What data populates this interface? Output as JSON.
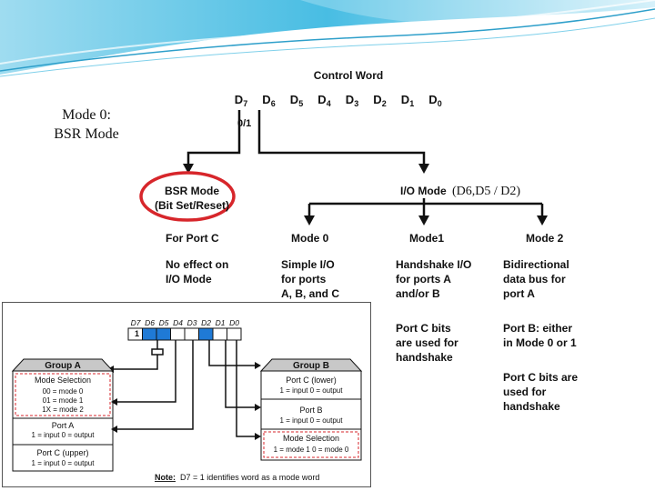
{
  "slide": {
    "title_line1": "Mode 0:",
    "title_line2": "BSR Mode"
  },
  "control_word": {
    "title": "Control Word",
    "bits": [
      {
        "main": "D",
        "sub": "7"
      },
      {
        "main": "D",
        "sub": "6"
      },
      {
        "main": "D",
        "sub": "5"
      },
      {
        "main": "D",
        "sub": "4"
      },
      {
        "main": "D",
        "sub": "3"
      },
      {
        "main": "D",
        "sub": "2"
      },
      {
        "main": "D",
        "sub": "1"
      },
      {
        "main": "D",
        "sub": "0"
      }
    ],
    "selector": "0/1",
    "bsr_line1": "BSR Mode",
    "bsr_line2": "(Bit Set/Reset)",
    "bsr_port": "For Port C",
    "bsr_note1": "No effect on",
    "bsr_note2": "I/O Mode",
    "io_mode": "I/O Mode",
    "io_bits": "(D6,D5 / D2)",
    "modes": [
      {
        "title": "Mode 0",
        "lines": [
          "Simple I/O",
          "for ports",
          "A, B, and C"
        ]
      },
      {
        "title": "Mode1",
        "lines": [
          "Handshake I/O",
          "for ports A",
          "and/or B",
          "",
          "Port C bits",
          "are used for",
          "handshake"
        ]
      },
      {
        "title": "Mode 2",
        "lines": [
          "Bidirectional",
          "data bus for",
          "port A",
          "",
          "Port B: either",
          "in Mode 0 or 1",
          "",
          "Port C bits are",
          "used for",
          "handshake"
        ]
      }
    ]
  },
  "inset": {
    "bit_labels": [
      "D7",
      "D6",
      "D5",
      "D4",
      "D3",
      "D2",
      "D1",
      "D0"
    ],
    "d7_value": "1",
    "group_a": {
      "title": "Group A",
      "mode_selection": {
        "title": "Mode Selection",
        "lines": [
          "00 = mode 0",
          "01 = mode 1",
          "1X = mode 2"
        ]
      },
      "port_a": {
        "title": "Port A",
        "line": "1 = input   0 = output"
      },
      "port_c_upper": {
        "title": "Port C (upper)",
        "line": "1 = input   0 = output"
      }
    },
    "group_b": {
      "title": "Group B",
      "port_c_lower": {
        "title": "Port C (lower)",
        "line": "1 = input   0 = output"
      },
      "port_b": {
        "title": "Port B",
        "line": "1 = input   0 = output"
      },
      "mode_selection": {
        "title": "Mode Selection",
        "line": "1 = mode 1   0 = mode 0"
      }
    },
    "note_label": "Note:",
    "note_text": "D7 = 1 identifies word as a mode word"
  },
  "colors": {
    "highlight_ring": "#d7262b",
    "bit_fill": "#1f7ad6",
    "group_header": "#c8c8c8",
    "dashed_box": "#d7262b",
    "banner": "#5ec4e4"
  }
}
